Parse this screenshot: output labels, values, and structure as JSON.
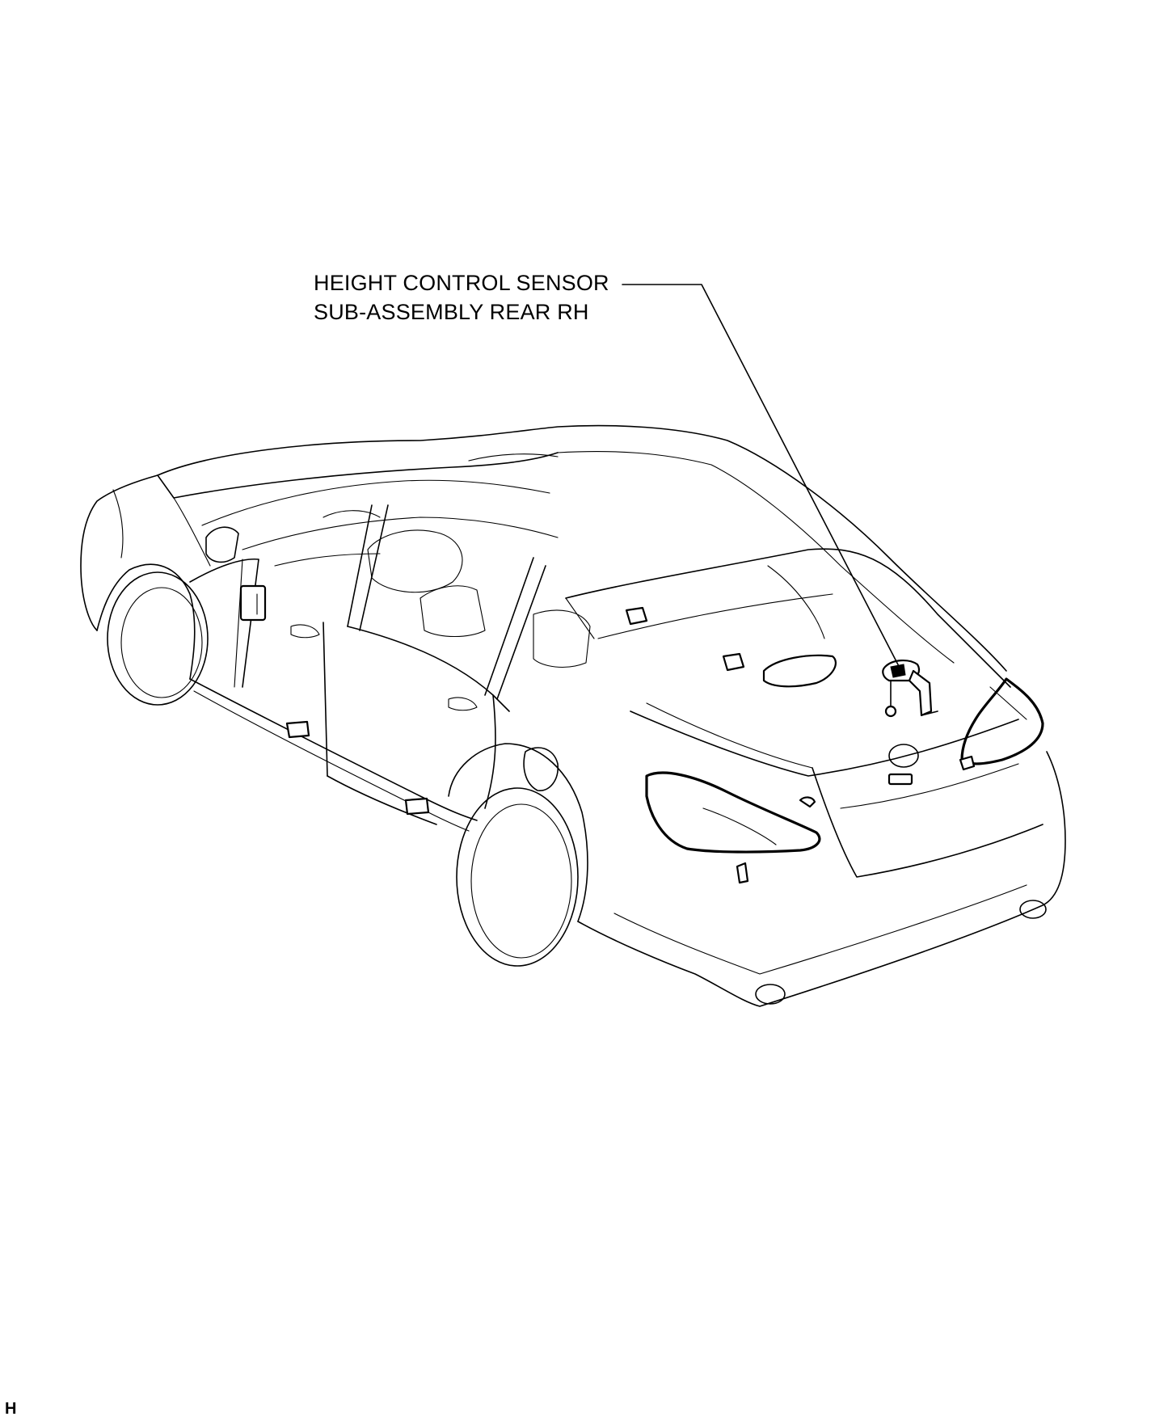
{
  "callout": {
    "line1": "HEIGHT CONTROL SENSOR",
    "line2": "SUB-ASSEMBLY REAR RH"
  },
  "page_code": "H",
  "icons": {
    "vehicle": "sedan-outline-illustration",
    "sensor": "height-control-sensor-icon"
  }
}
